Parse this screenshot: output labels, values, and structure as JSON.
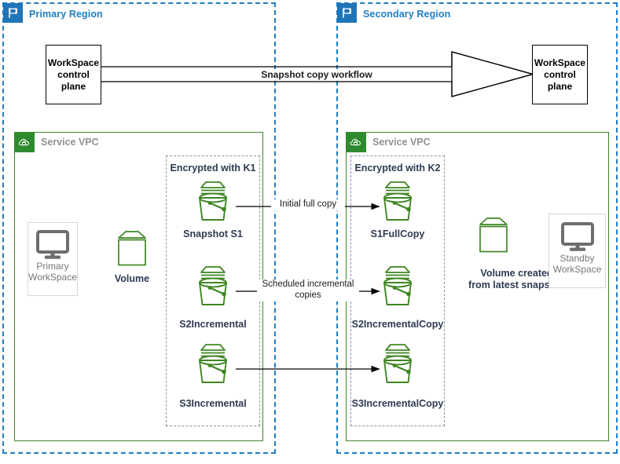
{
  "regions": [
    {
      "id": "primary",
      "title": "Primary Region",
      "icon": "region-flag-icon"
    },
    {
      "id": "secondary",
      "title": "Secondary Region",
      "icon": "region-flag-icon"
    }
  ],
  "vpcs": [
    {
      "id": "primary-vpc",
      "title": "Service VPC",
      "icon": "vpc-cloud-lock-icon"
    },
    {
      "id": "secondary-vpc",
      "title": "Service VPC",
      "icon": "vpc-cloud-lock-icon"
    }
  ],
  "encryption_groups": [
    {
      "id": "k1",
      "title": "Encrypted with K1"
    },
    {
      "id": "k2",
      "title": "Encrypted with K2"
    }
  ],
  "control_planes": [
    {
      "id": "primary-control-plane",
      "label": "WorkSpace\ncontrol\nplane"
    },
    {
      "id": "secondary-control-plane",
      "label": "WorkSpace\ncontrol\nplane"
    }
  ],
  "workflow": {
    "label": "Snapshot copy workflow",
    "arrow": "block-arrow-right"
  },
  "workspaces": [
    {
      "id": "primary-workspace",
      "label": "Primary\nWorkSpace",
      "icon": "monitor-icon"
    },
    {
      "id": "standby-workspace",
      "label": "Standby\nWorkSpace",
      "icon": "monitor-icon"
    }
  ],
  "volumes": [
    {
      "id": "primary-volume",
      "label": "Volume",
      "icon": "volume-icon"
    },
    {
      "id": "secondary-volume",
      "label": "Volume created\nfrom latest snapshot",
      "icon": "volume-icon"
    }
  ],
  "snapshots": {
    "source": [
      {
        "id": "snapshot-s1",
        "label": "Snapshot S1",
        "icon": "snapshot-icon"
      },
      {
        "id": "snapshot-s2",
        "label": "S2Incremental",
        "icon": "snapshot-icon"
      },
      {
        "id": "snapshot-s3",
        "label": "S3Incremental",
        "icon": "snapshot-icon"
      }
    ],
    "copies": [
      {
        "id": "snapshot-s1-copy",
        "label": "S1FullCopy",
        "icon": "snapshot-icon"
      },
      {
        "id": "snapshot-s2-copy",
        "label": "S2IncrementalCopy",
        "icon": "snapshot-icon"
      },
      {
        "id": "snapshot-s3-copy",
        "label": "S3IncrementalCopy",
        "icon": "snapshot-icon"
      }
    ]
  },
  "copy_edges": [
    {
      "id": "edge-initial-full-copy",
      "label": "Initial full copy"
    },
    {
      "id": "edge-scheduled-incremental",
      "label": "Scheduled incremental\ncopies"
    },
    {
      "id": "edge-third-copy",
      "label": ""
    }
  ],
  "colors": {
    "region_blue": "#1f7fc4",
    "region_badge_blue": "#2075b8",
    "vpc_green": "#3f8624",
    "vpc_badge_green": "#2f8a2f",
    "icon_green": "#3f8624",
    "label_navy": "#2e3a52",
    "vpc_title_gray": "#919191",
    "workspace_gray": "#777777",
    "encgroup_dash_gray": "#8b92a5",
    "line_black": "#000000"
  }
}
